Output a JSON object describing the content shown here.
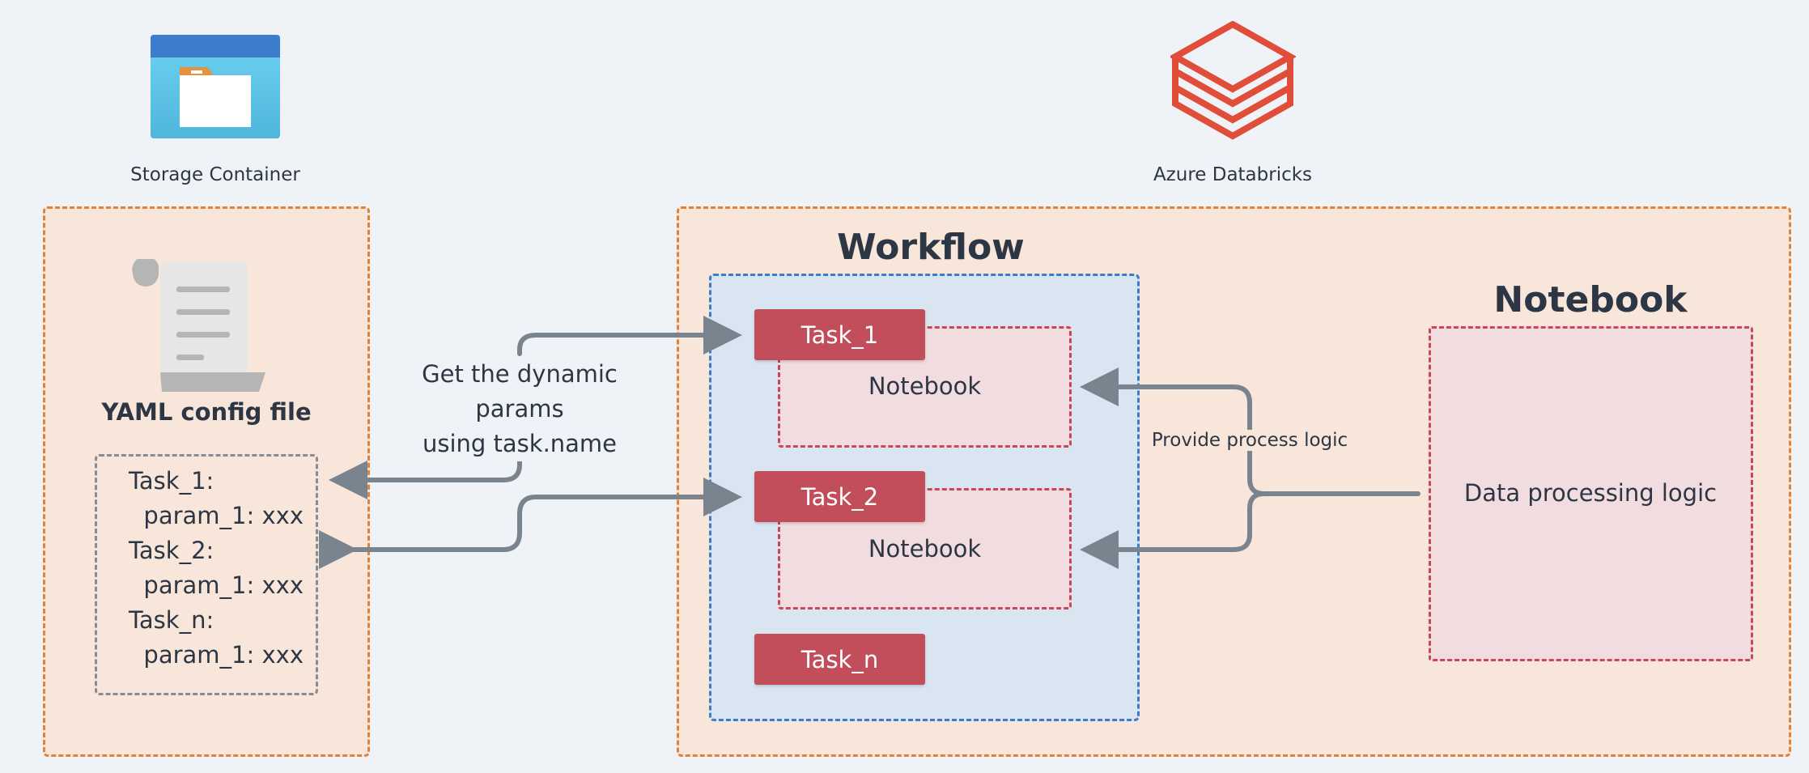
{
  "storage": {
    "label": "Storage Container"
  },
  "databricks": {
    "label": "Azure Databricks"
  },
  "yaml": {
    "title": "YAML config file",
    "lines": [
      "Task_1:",
      "  param_1: xxx",
      "Task_2:",
      "  param_1: xxx",
      "Task_n:",
      "  param_1: xxx"
    ]
  },
  "workflow": {
    "title": "Workflow",
    "tasks": [
      {
        "label": "Task_1",
        "notebook": "Notebook"
      },
      {
        "label": "Task_2",
        "notebook": "Notebook"
      },
      {
        "label": "Task_n"
      }
    ]
  },
  "notebook_template": {
    "title": "Notebook template",
    "body": "Data processing logic"
  },
  "annotations": {
    "dynamic_params_line1": "Get the dynamic params",
    "dynamic_params_line2": "using task.name",
    "process_logic": "Provide process logic"
  },
  "colors": {
    "orange_border": "#e0823a",
    "blue_border": "#3f7bc9",
    "red_border": "#c9475a",
    "task_fill": "#c24e5c",
    "arrow": "#7a848f",
    "databricks_logo": "#e04e3a",
    "folder_blue": "#3e7dcc"
  }
}
